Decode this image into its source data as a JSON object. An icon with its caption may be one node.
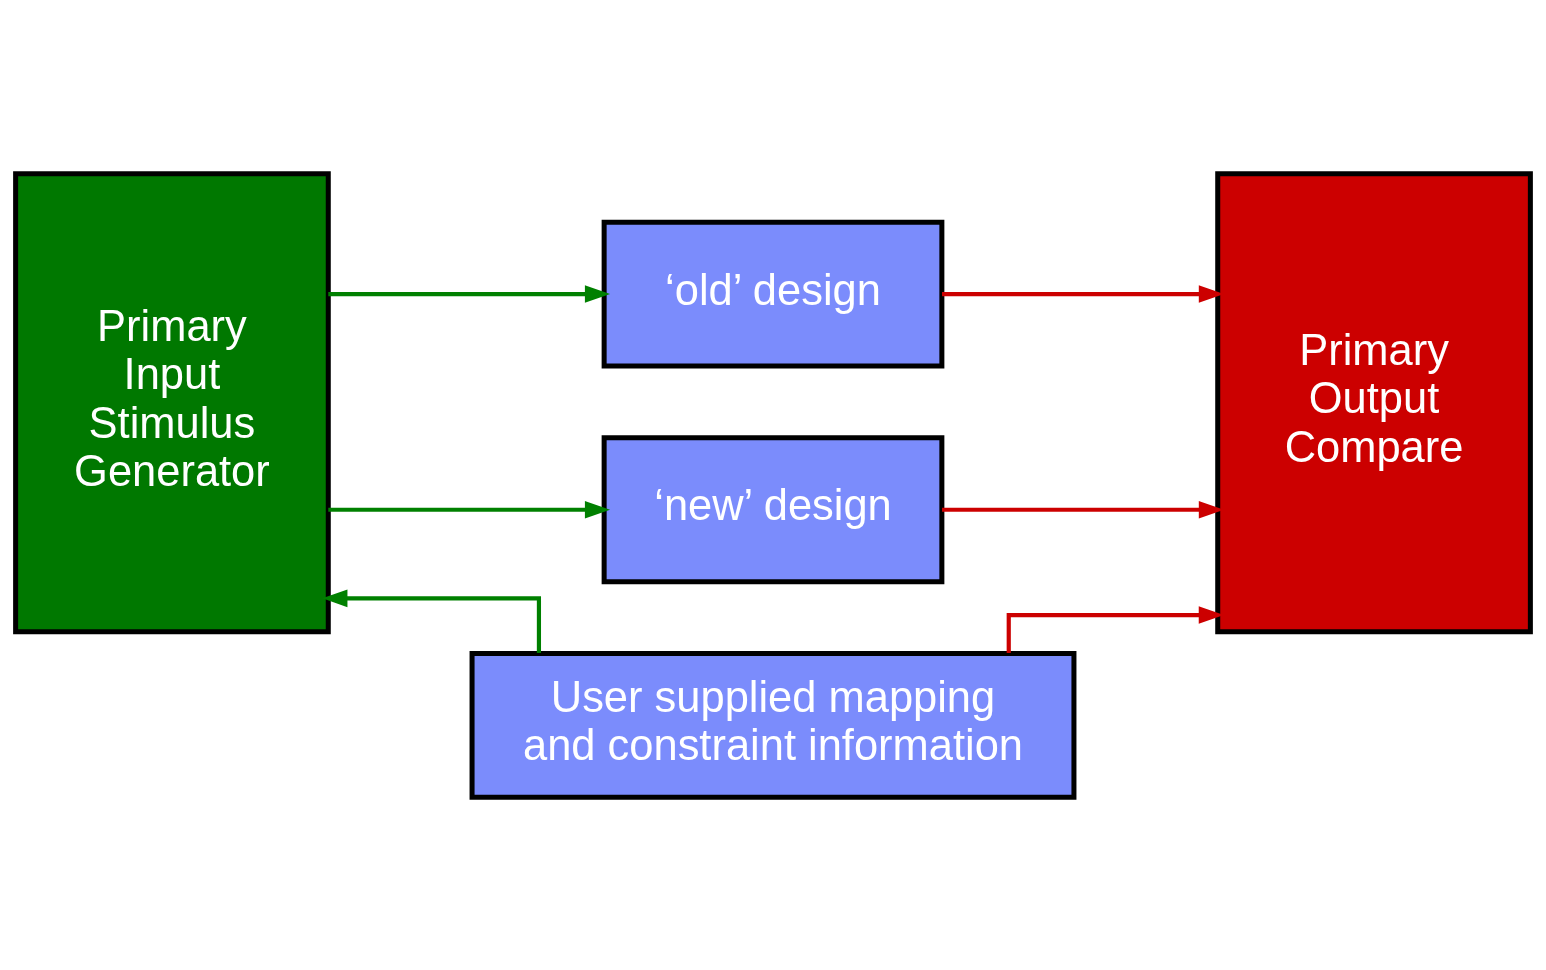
{
  "diagram": {
    "nodes": [
      {
        "text": [
          "Primary Input Stimulus Generator"
        ]
      },
      {
        "text": [
          "‘old’ design"
        ]
      },
      {
        "text": [
          "‘new’ design"
        ]
      },
      {
        "text": [
          "Primary Output Compare"
        ]
      },
      {
        "text": [
          "User supplied mapping and constraint information"
        ]
      }
    ],
    "edges": [
      {
        "from": 0,
        "to": 1,
        "arrow": "to",
        "color": "#008000"
      },
      {
        "from": 0,
        "to": 2,
        "arrow": "to",
        "color": "#008000"
      },
      {
        "from": 1,
        "to": 3,
        "arrow": "to",
        "color": "#cc0000"
      },
      {
        "from": 2,
        "to": 3,
        "arrow": "to",
        "color": "#cc0000"
      },
      {
        "from": 4,
        "to": 0,
        "arrow": "to",
        "color": "#008000"
      },
      {
        "from": 4,
        "to": 3,
        "arrow": "to",
        "color": "#cc0000"
      }
    ]
  }
}
